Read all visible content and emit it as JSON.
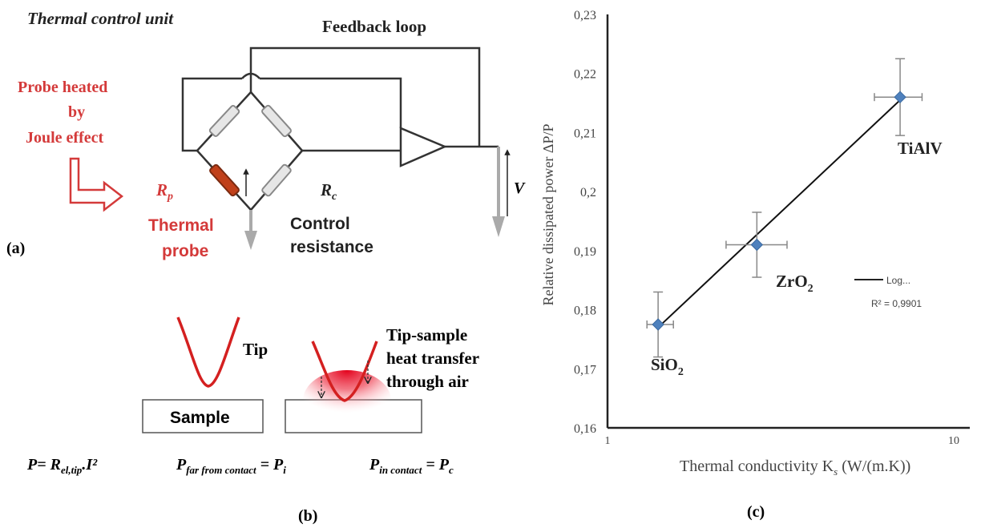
{
  "panel_a": {
    "title": "Thermal control unit",
    "feedback": "Feedback loop",
    "probe_heated": [
      "Probe heated",
      "by",
      "Joule effect"
    ],
    "rp_label": "R",
    "rp_sub": "p",
    "thermal_probe": [
      "Thermal",
      "probe"
    ],
    "rc_label": "R",
    "rc_sub": "c",
    "control_resistance": [
      "Control",
      "resistance"
    ],
    "v_label": "V",
    "caption": "(a)"
  },
  "panel_b": {
    "tip": "Tip",
    "sample": "Sample",
    "transfer": [
      "Tip-sample",
      "heat transfer",
      "through air"
    ],
    "eq1_p": "P= R",
    "eq1_sub": "el,tip",
    "eq1_rest": ".I²",
    "eq2_p": "P",
    "eq2_sub": "far from contact",
    "eq2_rest": " = P",
    "eq2_sub2": "i",
    "eq3_p": "P",
    "eq3_sub": "in contact",
    "eq3_rest": " = P",
    "eq3_sub2": "c",
    "caption": "(b)"
  },
  "panel_c": {
    "caption": "(c)",
    "trend_label": "Log...",
    "r2": "R² = 0,9901"
  },
  "chart_data": {
    "type": "scatter",
    "xlabel": "Thermal conductivity K",
    "xlabel_sub": "s",
    "xlabel_unit": " (W/(m.K))",
    "ylabel": "Relative dissipated power ΔP/P",
    "x_scale": "log",
    "xlim": [
      1,
      10
    ],
    "ylim": [
      0.16,
      0.23
    ],
    "x_ticks": [
      "1",
      "10"
    ],
    "y_ticks": [
      "0,16",
      "0,17",
      "0,18",
      "0,19",
      "0,2",
      "0,21",
      "0,22",
      "0,23"
    ],
    "point_color": "#4f81bd",
    "points": [
      {
        "name": "SiO",
        "sub": "2",
        "x": 1.4,
        "y": 0.1775,
        "xerr_lo": 1.3,
        "xerr_hi": 1.55,
        "yerr_lo": 0.172,
        "yerr_hi": 0.183
      },
      {
        "name": "ZrO",
        "sub": "2",
        "x": 2.7,
        "y": 0.191,
        "xerr_lo": 2.2,
        "xerr_hi": 3.3,
        "yerr_lo": 0.1855,
        "yerr_hi": 0.1965
      },
      {
        "name": "TiAlV",
        "sub": "",
        "x": 7.0,
        "y": 0.216,
        "xerr_lo": 5.9,
        "xerr_hi": 8.1,
        "yerr_lo": 0.2095,
        "yerr_hi": 0.2225
      }
    ],
    "trendline": {
      "type": "logarithmic",
      "x_from": 1.4,
      "x_to": 7.0,
      "y_from": 0.177,
      "y_to": 0.2155
    }
  }
}
